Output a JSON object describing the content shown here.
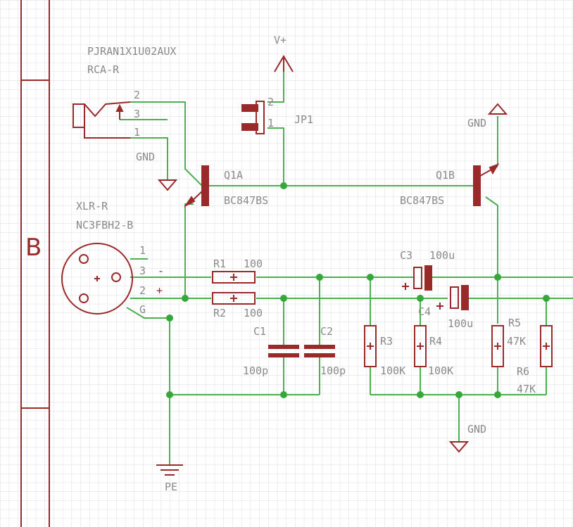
{
  "colors": {
    "background": "#ffffff",
    "grid": "#d8dde6",
    "wire": "#4caf50",
    "junction": "#36a83a",
    "part": "#9a2a2a",
    "text": "#8a8a8a"
  },
  "frame": {
    "sheet_letter": "B"
  },
  "labels": {
    "rca_value": "PJRAN1X1U02AUX",
    "rca_name": "RCA-R",
    "rca_pin2": "2",
    "rca_pin3": "3",
    "rca_pin1": "1",
    "gnd1": "GND",
    "vplus": "V+",
    "jp_pin2": "2",
    "jp_pin1": "1",
    "jp_name": "JP1",
    "gnd2": "GND",
    "q1a_name": "Q1A",
    "q1a_value": "BC847BS",
    "q1b_name": "Q1B",
    "q1b_value": "BC847BS",
    "xlr_name": "XLR-R",
    "xlr_value": "NC3FBH2-B",
    "xlr_pin1": "1",
    "xlr_pin3": "3",
    "xlr_pin2": "2",
    "xlr_pinG": "G",
    "xlr_minus": "-",
    "xlr_plus": "+",
    "r1_name": "R1",
    "r1_value": "100",
    "r2_name": "R2",
    "r2_value": "100",
    "c1_name": "C1",
    "c1_value": "100p",
    "c2_name": "C2",
    "c2_value": "100p",
    "c3_name": "C3",
    "c3_value": "100u",
    "c4_name": "C4",
    "c4_value": "100u",
    "r3_name": "R3",
    "r3_value": "100K",
    "r4_name": "R4",
    "r4_value": "100K",
    "r5_name": "R5",
    "r5_value": "47K",
    "r6_name": "R6",
    "r6_value": "47K",
    "gnd3": "GND",
    "pe": "PE"
  }
}
